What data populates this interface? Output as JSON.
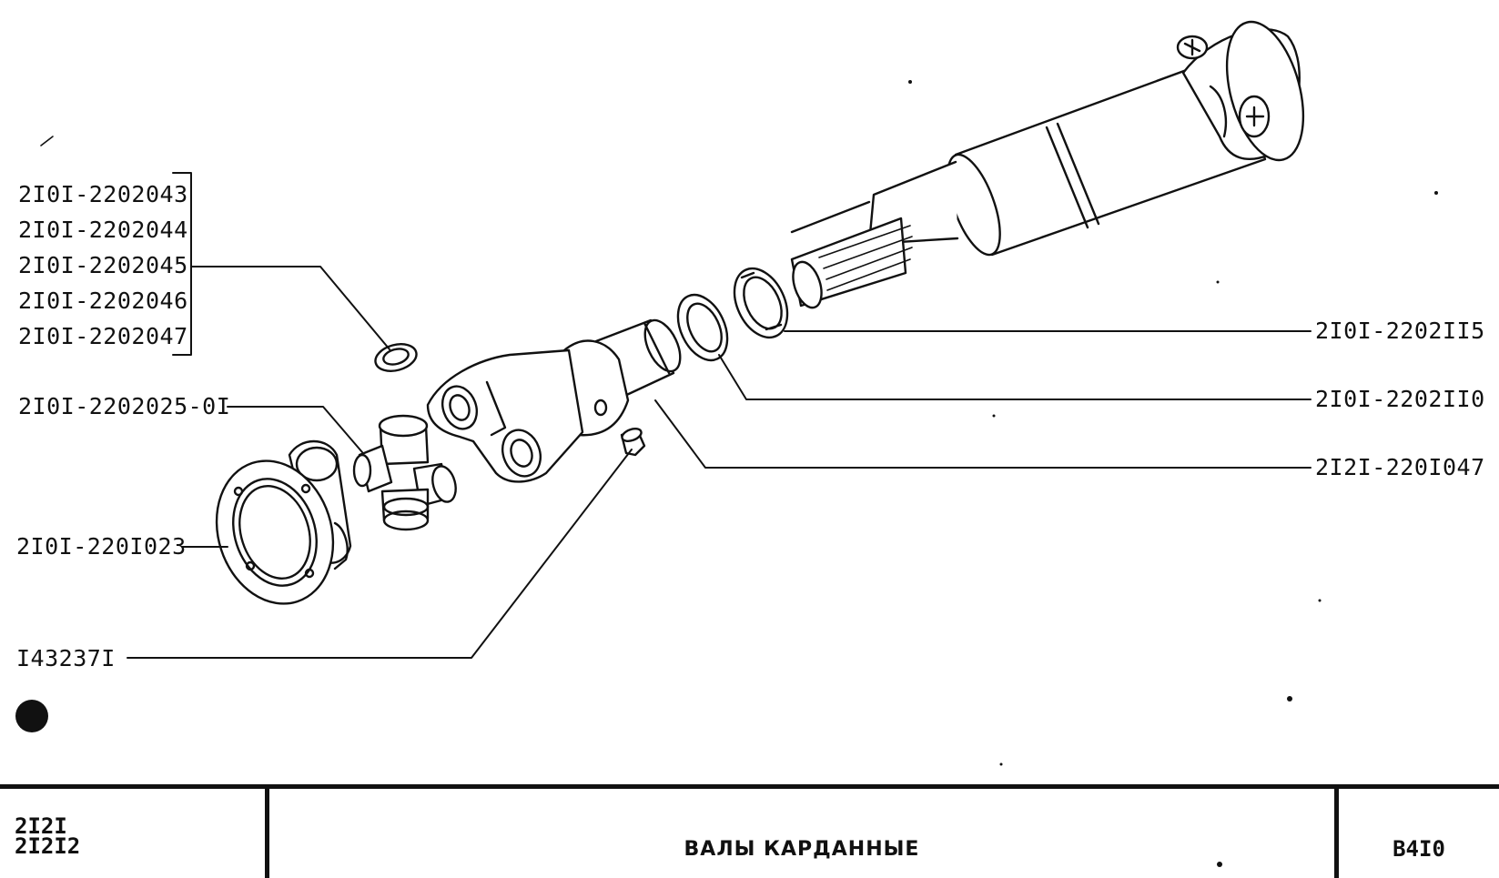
{
  "labels": {
    "bracket_group": [
      "2I0I-2202043",
      "2I0I-2202044",
      "2I0I-2202045",
      "2I0I-2202046",
      "2I0I-2202047"
    ],
    "cross": "2I0I-2202025-0I",
    "flange": "2I0I-220I023",
    "bolt": "I43237I",
    "seal_cage": "2I0I-2202II5",
    "seal_ring": "2I0I-2202II0",
    "yoke": "2I2I-220I047"
  },
  "title_block": {
    "models": [
      "2I2I",
      "2I2I2"
    ],
    "title": "ВАЛЫ КАРДАННЫЕ",
    "page": "B4I0"
  }
}
